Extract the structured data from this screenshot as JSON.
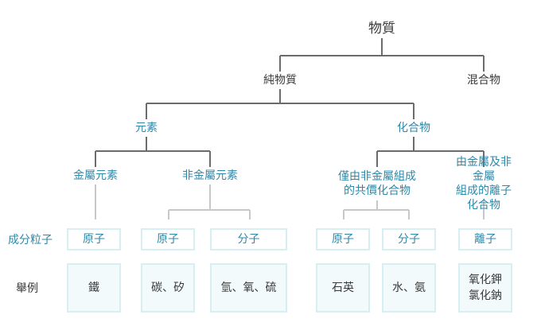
{
  "tree": {
    "root": "物質",
    "pure": "純物質",
    "mixture": "混合物",
    "element": "元素",
    "compound": "化合物",
    "metal_element": "金屬元素",
    "nonmetal_element": "非金屬元素",
    "covalent_compound": [
      "僅由非金屬組成",
      "的共價化合物"
    ],
    "ionic_compound": [
      "由金屬及非金屬",
      "組成的離子化合物"
    ]
  },
  "rows": {
    "particle_label": "成分粒子",
    "example_label": "舉例"
  },
  "particles": {
    "metal": "原子",
    "nonmetal_atom": "原子",
    "nonmetal_molecule": "分子",
    "covalent_atom": "原子",
    "covalent_molecule": "分子",
    "ionic": "離子"
  },
  "examples": {
    "metal": [
      "鐵"
    ],
    "nonmetal_atom": [
      "碳、矽"
    ],
    "nonmetal_molecule": [
      "氫、氧、硫"
    ],
    "covalent_atom": [
      "石英"
    ],
    "covalent_molecule": [
      "水、氨"
    ],
    "ionic": [
      "氧化鉀",
      "氯化鈉"
    ]
  },
  "colors": {
    "line_dark": "#6b6b6b",
    "line_light": "#c8c8c8",
    "accent": "#2f88a8",
    "box_border": "#d7eef2",
    "box_fill": "#f3fafb"
  }
}
